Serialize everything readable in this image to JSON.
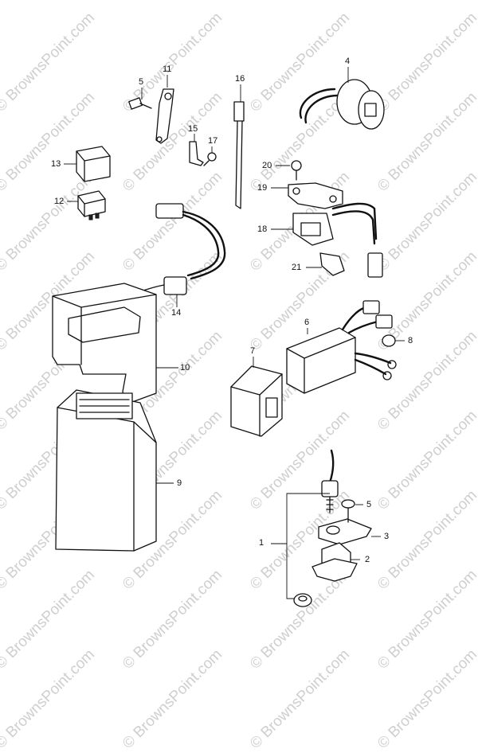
{
  "watermark": "© BrownsPoint.com",
  "callouts": [
    {
      "id": "c1",
      "label": "1"
    },
    {
      "id": "c2",
      "label": "2"
    },
    {
      "id": "c3",
      "label": "3"
    },
    {
      "id": "c4",
      "label": "4"
    },
    {
      "id": "c5a",
      "label": "5"
    },
    {
      "id": "c5b",
      "label": "5"
    },
    {
      "id": "c6",
      "label": "6"
    },
    {
      "id": "c7",
      "label": "7"
    },
    {
      "id": "c8",
      "label": "8"
    },
    {
      "id": "c9",
      "label": "9"
    },
    {
      "id": "c10",
      "label": "10"
    },
    {
      "id": "c11",
      "label": "11"
    },
    {
      "id": "c12",
      "label": "12"
    },
    {
      "id": "c13",
      "label": "13"
    },
    {
      "id": "c14",
      "label": "14"
    },
    {
      "id": "c15",
      "label": "15"
    },
    {
      "id": "c16",
      "label": "16"
    },
    {
      "id": "c17",
      "label": "17"
    },
    {
      "id": "c18",
      "label": "18"
    },
    {
      "id": "c19",
      "label": "19"
    },
    {
      "id": "c20",
      "label": "20"
    },
    {
      "id": "c21",
      "label": "21"
    }
  ]
}
